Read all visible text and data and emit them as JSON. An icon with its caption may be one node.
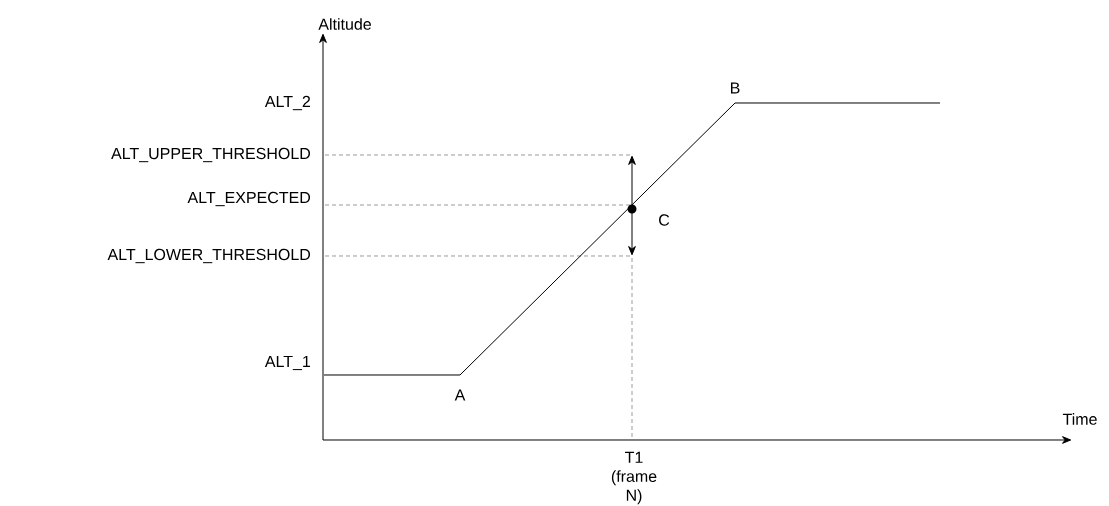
{
  "diagram": {
    "labels": [
      "Altitude",
      "ALT_2",
      "B",
      "ALT_UPPER_THRESHOLD",
      "ALT_EXPECTED",
      "C",
      "ALT_LOWER_THRESHOLD",
      "ALT_1",
      "A",
      "Time",
      "T1 (frame N)"
    ]
  }
}
